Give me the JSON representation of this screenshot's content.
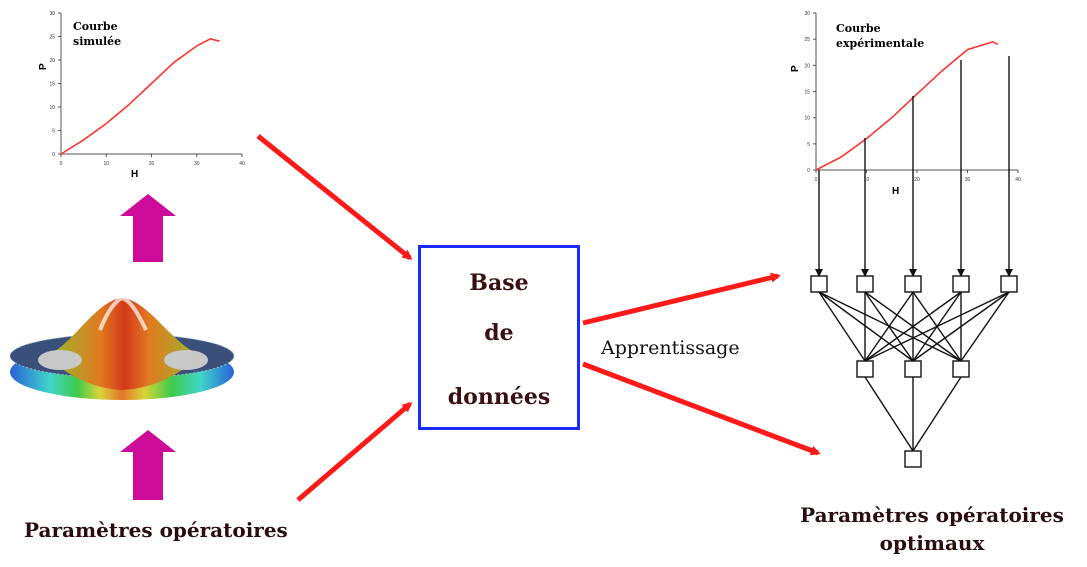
{
  "left_chart": {
    "title_line1": "Courbe",
    "title_line2": "simulée",
    "ylabel": "P",
    "xlabel": "H",
    "x_ticks": [
      "0",
      "10",
      "20",
      "30",
      "40"
    ],
    "y_ticks": [
      "0",
      "5",
      "10",
      "15",
      "20",
      "25",
      "30"
    ]
  },
  "right_chart": {
    "title_line1": "Courbe",
    "title_line2": "expérimentale",
    "ylabel": "P",
    "xlabel": "H",
    "x_ticks": [
      "0",
      "10",
      "20",
      "30",
      "40"
    ],
    "y_ticks": [
      "0",
      "5",
      "10",
      "15",
      "20",
      "25",
      "30"
    ]
  },
  "database": {
    "line1": "Base",
    "line2": "de",
    "line3": "données"
  },
  "labels": {
    "left_bottom": "Paramètres opératoires",
    "learning": "Apprentissage",
    "right_bottom_line1": "Paramètres opératoires",
    "right_bottom_line2": "optimaux"
  },
  "colors": {
    "arrow_red": "#ff1a1a",
    "arrow_magenta": "#cc0c99",
    "curve_red": "#ff3333",
    "box_blue": "#1a2bff"
  },
  "chart_data": [
    {
      "type": "line",
      "title": "Courbe simulée",
      "xlabel": "H",
      "ylabel": "P",
      "xlim": [
        0,
        40
      ],
      "ylim": [
        0,
        30
      ],
      "series": [
        {
          "x": [
            0,
            5,
            10,
            15,
            20,
            25,
            30,
            33,
            35
          ],
          "y": [
            0,
            3,
            6.5,
            10.5,
            15,
            19.5,
            23,
            24.5,
            24
          ]
        }
      ]
    },
    {
      "type": "line",
      "title": "Courbe expérimentale",
      "xlabel": "H",
      "ylabel": "P",
      "xlim": [
        0,
        40
      ],
      "ylim": [
        0,
        30
      ],
      "series": [
        {
          "x": [
            0,
            5,
            10,
            15,
            20,
            25,
            30,
            35,
            36
          ],
          "y": [
            0,
            2.5,
            6,
            10,
            14.5,
            19,
            23,
            24.5,
            24
          ]
        }
      ]
    }
  ]
}
